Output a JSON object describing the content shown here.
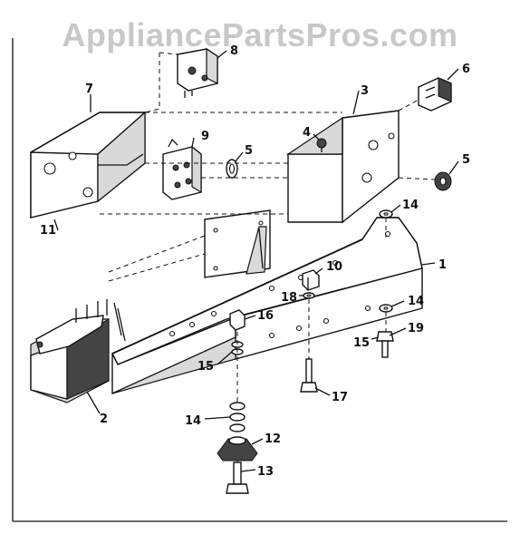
{
  "watermark": "AppliancePartsPros.com",
  "callouts": {
    "p1": "1",
    "p2": "2",
    "p3": "3",
    "p4": "4",
    "p5a": "5",
    "p5b": "5",
    "p6": "6",
    "p7": "7",
    "p8": "8",
    "p9": "9",
    "p10": "10",
    "p11": "11",
    "p12": "12",
    "p13": "13",
    "p14a": "14",
    "p14b": "14",
    "p14c": "14",
    "p15a": "15",
    "p15b": "15",
    "p16": "16",
    "p17": "17",
    "p18": "18",
    "p19": "19"
  }
}
